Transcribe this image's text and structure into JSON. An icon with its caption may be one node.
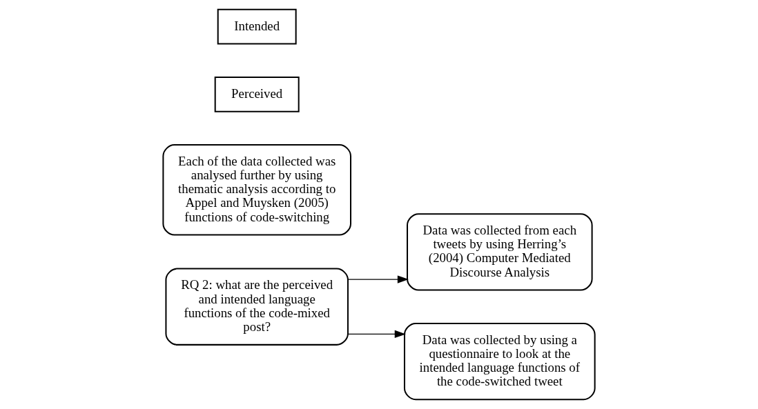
{
  "diagram": {
    "nodes": [
      {
        "text": [
          "RQ 2: what are the perceived and intended language functions of the code-mixed post?"
        ]
      },
      {
        "text": [
          "Data was collected from each tweets by using Herring’s (2004) Computer Mediated Discourse Analysis"
        ]
      },
      {
        "text": [
          "Each of the data collected was analysed further by using thematic analysis according to Appel and Muysken (2005) functions of code-switching"
        ]
      },
      {
        "text": [
          "Data was collected by using a questionnaire to look at the intended language functions of the code-switched tweet"
        ]
      },
      {
        "text": [
          "Perceived"
        ]
      },
      {
        "text": [
          "Intended"
        ]
      }
    ],
    "edges": [
      {
        "from": 0,
        "to": 1,
        "arrow": "to"
      },
      {
        "from": 0,
        "to": 3,
        "arrow": "to"
      }
    ]
  }
}
